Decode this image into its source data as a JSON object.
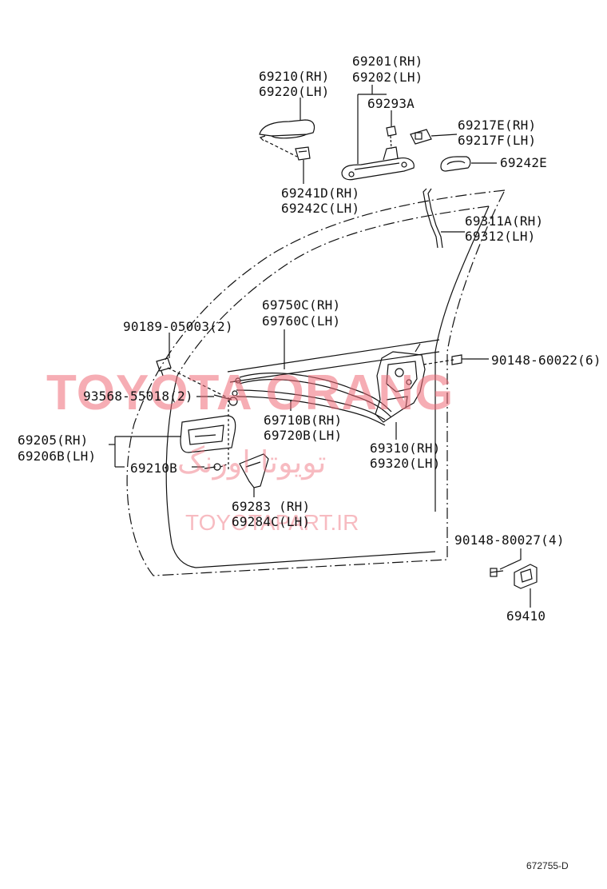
{
  "labels": {
    "p69201": "69201(RH)",
    "p69202": "69202(LH)",
    "p69210rh": "69210(RH)",
    "p69220": "69220(LH)",
    "p69293a": "69293A",
    "p69217e": "69217E(RH)",
    "p69217f": "69217F(LH)",
    "p69242e": "69242E",
    "p69241d": "69241D(RH)",
    "p69242c": "69242C(LH)",
    "p69311a": "69311A(RH)",
    "p69312": "69312(LH)",
    "p69750c": "69750C(RH)",
    "p69760c": "69760C(LH)",
    "p90189": "90189-05003(2)",
    "p90148a": "90148-60022(6)",
    "p93568": "93568-55018(2)",
    "p69710b": "69710B(RH)",
    "p69720b": "69720B(LH)",
    "p69205": "69205(RH)",
    "p69206b": "69206B(LH)",
    "p69210b": "69210B",
    "p69310": "69310(RH)",
    "p69320": "69320(LH)",
    "p69283": "69283 (RH)",
    "p69284c": "69284C(LH)",
    "p90148b": "90148-80027(4)",
    "p69410": "69410"
  },
  "watermarks": {
    "main": "TOYOTA ORANG",
    "persian": "تویوتا اورنگ",
    "site": "TOYOTAPART.IR"
  },
  "reference_code": "672755-D",
  "colors": {
    "line": "#111111",
    "watermark": "#ef6b78"
  }
}
